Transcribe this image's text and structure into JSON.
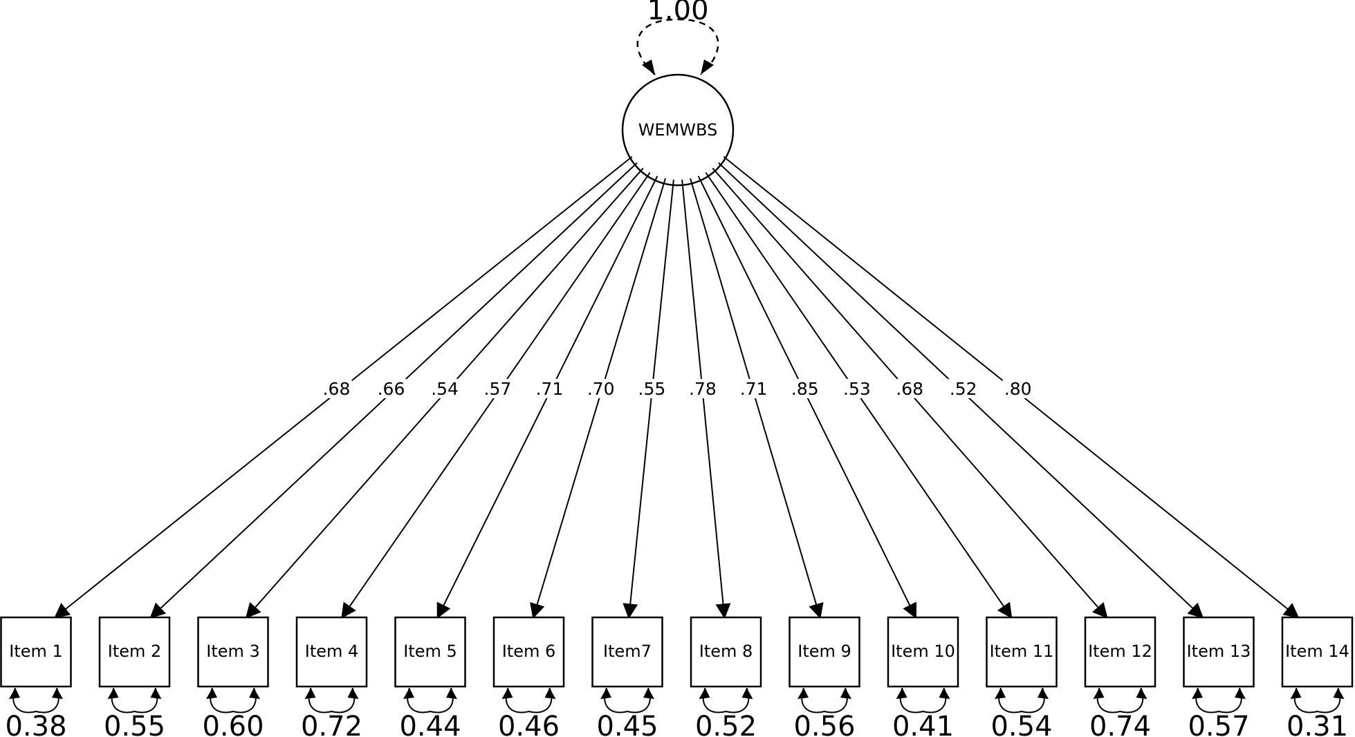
{
  "latent": {
    "name": "WEMWBS",
    "variance": "1.00"
  },
  "items": [
    {
      "label": "Item 1",
      "loading": ".68",
      "error_variance": "0.38"
    },
    {
      "label": "Item 2",
      "loading": ".66",
      "error_variance": "0.55"
    },
    {
      "label": "Item 3",
      "loading": ".54",
      "error_variance": "0.60"
    },
    {
      "label": "Item 4",
      "loading": ".57",
      "error_variance": "0.72"
    },
    {
      "label": "Item 5",
      "loading": ".71",
      "error_variance": "0.44"
    },
    {
      "label": "Item 6",
      "loading": ".70",
      "error_variance": "0.46"
    },
    {
      "label": "Item7",
      "loading": ".55",
      "error_variance": "0.45"
    },
    {
      "label": "Item 8",
      "loading": ".78",
      "error_variance": "0.52"
    },
    {
      "label": "Item 9",
      "loading": ".71",
      "error_variance": "0.56"
    },
    {
      "label": "Item 10",
      "loading": ".85",
      "error_variance": "0.41"
    },
    {
      "label": "Item 11",
      "loading": ".53",
      "error_variance": "0.54"
    },
    {
      "label": "Item 12",
      "loading": ".68",
      "error_variance": "0.74"
    },
    {
      "label": "Item 13",
      "loading": ".52",
      "error_variance": "0.57"
    },
    {
      "label": "Item 14",
      "loading": ".80",
      "error_variance": "0.31"
    }
  ]
}
